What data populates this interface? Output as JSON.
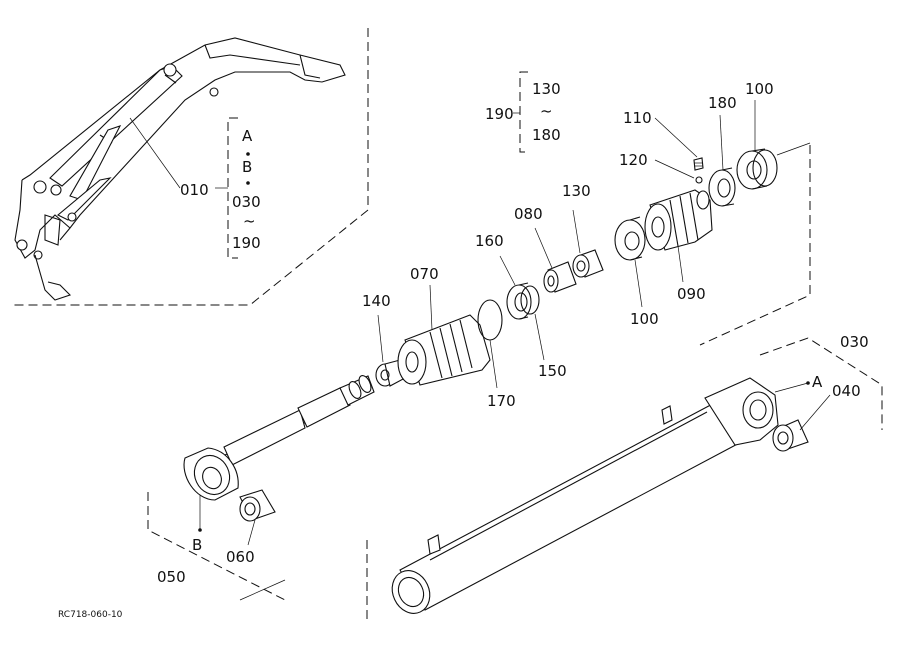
{
  "labels": {
    "p010": "010",
    "p030": "030",
    "p040": "040",
    "p050": "050",
    "p060": "060",
    "p070": "070",
    "p080": "080",
    "p090": "090",
    "p100a": "100",
    "p100b": "100",
    "p110": "110",
    "p120": "120",
    "p130a": "130",
    "p130b": "130",
    "p140": "140",
    "p150": "150",
    "p160": "160",
    "p170": "170",
    "p180a": "180",
    "p180b": "180",
    "p190": "190",
    "range_a": "A",
    "range_b": "B",
    "range_030": "030",
    "range_tilde": "~",
    "range_190": "190",
    "ptA": "A",
    "ptB": "B",
    "s_tilde": "~",
    "footer": "RC718-060-10"
  }
}
